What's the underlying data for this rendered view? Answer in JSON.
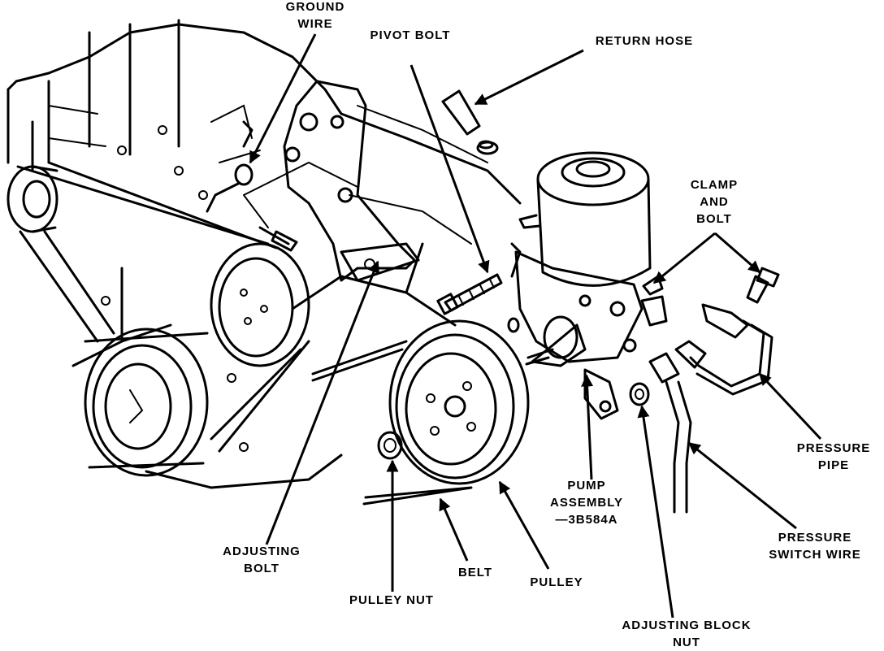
{
  "labels": {
    "ground_wire": [
      "GROUND",
      "WIRE"
    ],
    "pivot_bolt": [
      "PIVOT BOLT"
    ],
    "return_hose": [
      "RETURN HOSE"
    ],
    "clamp_and_bolt": [
      "CLAMP",
      "AND",
      "BOLT"
    ],
    "pressure_pipe": [
      "PRESSURE",
      "PIPE"
    ],
    "pump_assembly": [
      "PUMP",
      "ASSEMBLY",
      "—3B584A"
    ],
    "pressure_switch_wire": [
      "PRESSURE",
      "SWITCH WIRE"
    ],
    "adjusting_bolt": [
      "ADJUSTING",
      "BOLT"
    ],
    "belt": [
      "BELT"
    ],
    "pulley": [
      "PULLEY"
    ],
    "pulley_nut": [
      "PULLEY NUT"
    ],
    "adjusting_block_nut": [
      "ADJUSTING BLOCK",
      "NUT"
    ]
  }
}
